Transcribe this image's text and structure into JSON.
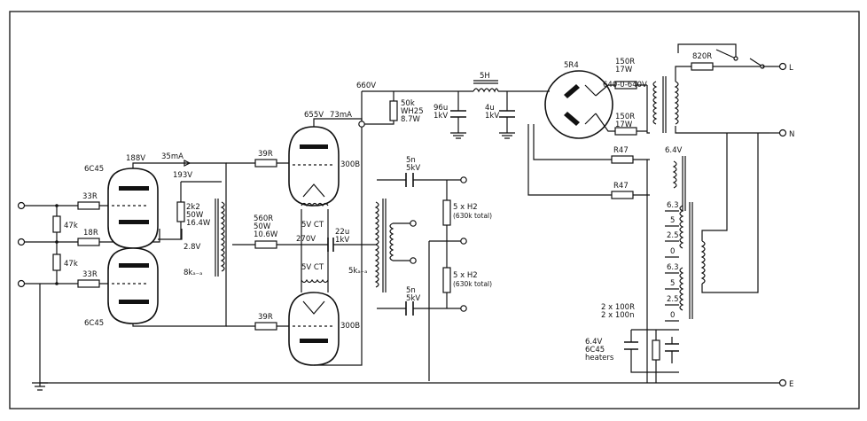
{
  "tubes": {
    "v1_upper": "6C45",
    "v1_lower": "6C45",
    "v2_upper": "300B",
    "v2_lower": "300B",
    "rectifier": "5R4"
  },
  "input_stage": {
    "r_in_top": "33R",
    "r_in_mid": "18R",
    "r_in_bot": "33R",
    "r_div_top": "47k",
    "r_div_bot": "47k",
    "v_anode": "188V",
    "i_anode": "35mA",
    "v_b": "193V",
    "cathode_r": [
      "2k2",
      "50W",
      "16.4W"
    ],
    "v_cathode": "2.8V",
    "choke": "8kₐ₋ₐ"
  },
  "output_stage": {
    "grid_r_top": "39R",
    "grid_r_bot": "39R",
    "bias_r": [
      "560R",
      "50W",
      "10.6W"
    ],
    "v_bias": "270V",
    "coupling_c": [
      "22u",
      "1kV"
    ],
    "v_anode_top": "655V",
    "i_anode": "73mA",
    "heater_top": "5V CT",
    "heater_bot": "5V CT",
    "out_tx": "5kₐ₋ₐ",
    "feedback_c_top": [
      "5n",
      "5kV"
    ],
    "feedback_c_bot": [
      "5n",
      "5kV"
    ],
    "feedback_r_top": [
      "5 x H2",
      "(630k total)"
    ],
    "feedback_r_bot": [
      "5 x H2",
      "(630k total)"
    ]
  },
  "power_supply": {
    "v_b_plus": "660V",
    "bleeder": [
      "50k",
      "WH25",
      "8.7W"
    ],
    "c1": [
      "96u",
      "1kV"
    ],
    "choke": "5H",
    "c2": [
      "4u",
      "1kV"
    ],
    "r_top": [
      "150R",
      "17W"
    ],
    "r_bot": [
      "150R",
      "17W"
    ],
    "secondary": "640-0-640V",
    "r_mains": "820R",
    "r47_top": "R47",
    "r47_bot": "R47",
    "heater_64": "6.4V",
    "taps_upper": [
      "6.3",
      "5",
      "2.5",
      "0"
    ],
    "taps_lower": [
      "6.3",
      "5",
      "2.5",
      "0"
    ],
    "heater_net": [
      "2 x 100R",
      "2 x 100n"
    ],
    "heater_label": [
      "6.4V",
      "6C45",
      "heaters"
    ],
    "terminal_l": "L",
    "terminal_n": "N",
    "terminal_e": "E"
  }
}
